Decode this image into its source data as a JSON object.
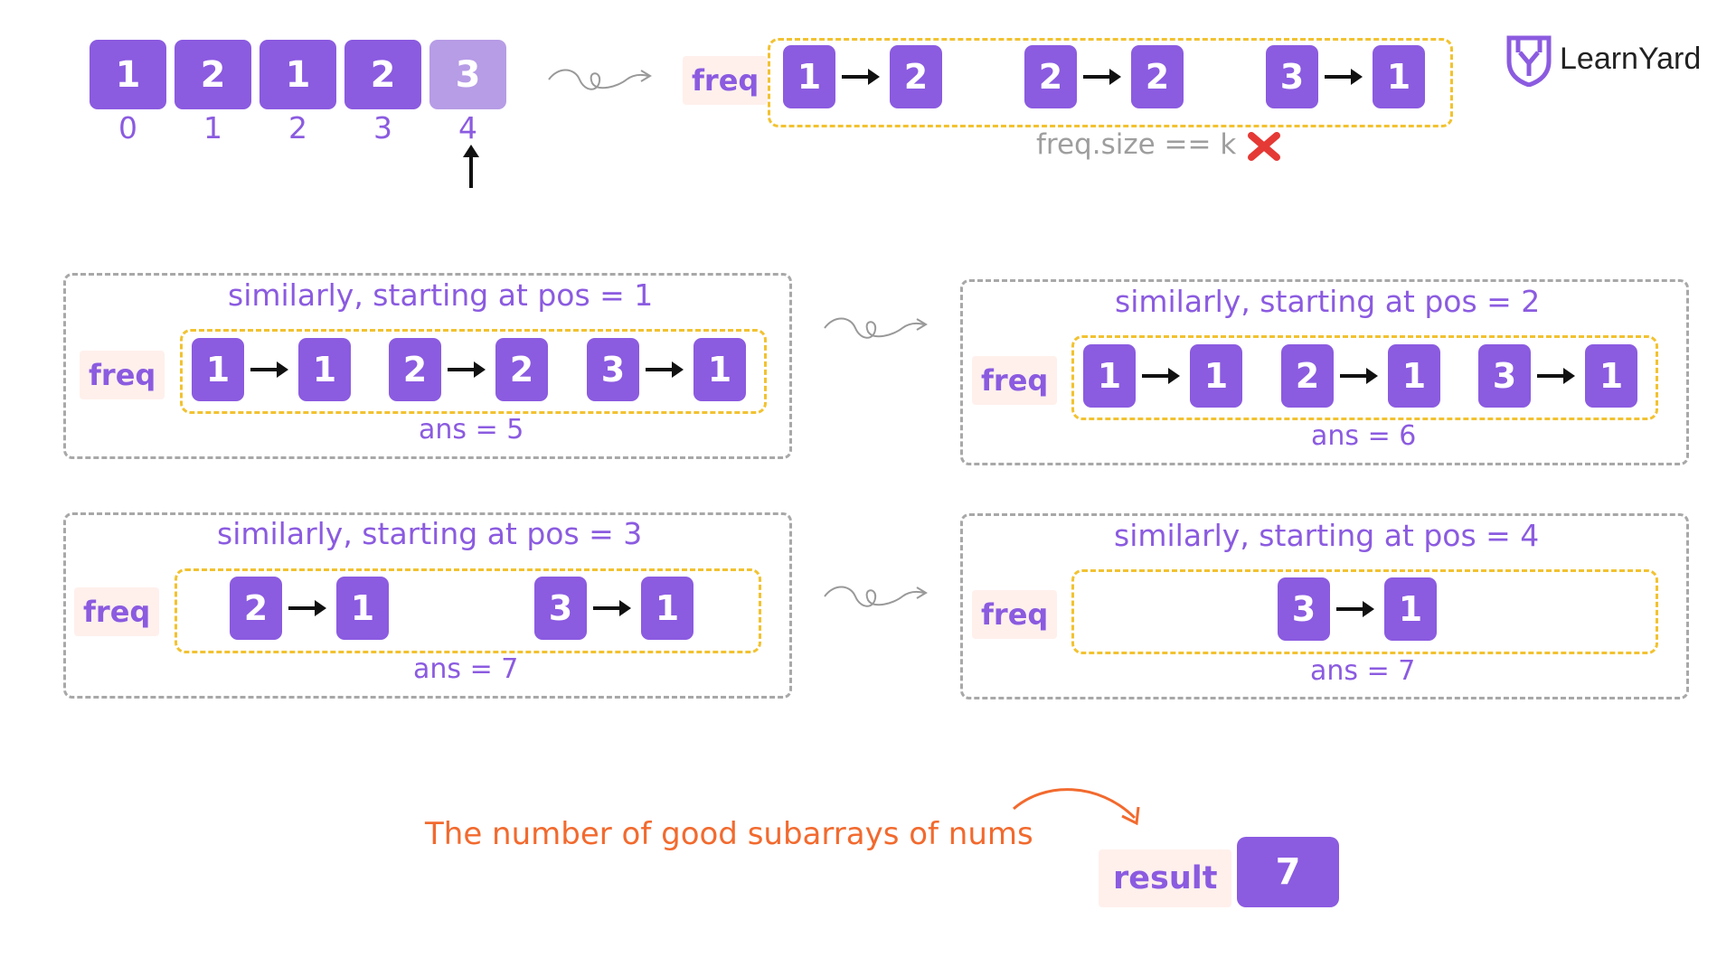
{
  "array": {
    "values": [
      "1",
      "2",
      "1",
      "2",
      "3"
    ],
    "indices": [
      "0",
      "1",
      "2",
      "3",
      "4"
    ],
    "pointer_index": 4
  },
  "top_freq": {
    "label": "freq",
    "pairs": [
      {
        "key": "1",
        "value": "2"
      },
      {
        "key": "2",
        "value": "2"
      },
      {
        "key": "3",
        "value": "1"
      }
    ],
    "condition": "freq.size == k",
    "condition_result": "false"
  },
  "panels": [
    {
      "title": "similarly, starting at pos = 1",
      "freq_label": "freq",
      "pairs": [
        {
          "key": "1",
          "value": "1"
        },
        {
          "key": "2",
          "value": "2"
        },
        {
          "key": "3",
          "value": "1"
        }
      ],
      "ans": "ans = 5"
    },
    {
      "title": "similarly, starting at pos = 2",
      "freq_label": "freq",
      "pairs": [
        {
          "key": "1",
          "value": "1"
        },
        {
          "key": "2",
          "value": "1"
        },
        {
          "key": "3",
          "value": "1"
        }
      ],
      "ans": "ans = 6"
    },
    {
      "title": "similarly, starting at pos = 3",
      "freq_label": "freq",
      "pairs": [
        {
          "key": "2",
          "value": "1"
        },
        {
          "key": "3",
          "value": "1"
        }
      ],
      "ans": "ans = 7"
    },
    {
      "title": "similarly, starting at pos = 4",
      "freq_label": "freq",
      "pairs": [
        {
          "key": "3",
          "value": "1"
        }
      ],
      "ans": "ans = 7"
    }
  ],
  "result": {
    "caption": "The number of good subarrays of nums",
    "label": "result",
    "value": "7"
  },
  "brand": {
    "name": "LearnYard",
    "logo_icon": "shield-y-icon"
  },
  "colors": {
    "accent": "#8b5be0",
    "accent_light": "#b79ce6",
    "highlight_border": "#f2c230",
    "panel_border": "#a8a8a8",
    "label_bg": "#fff0ec",
    "caption": "#f26a2e",
    "error": "#e53935"
  }
}
